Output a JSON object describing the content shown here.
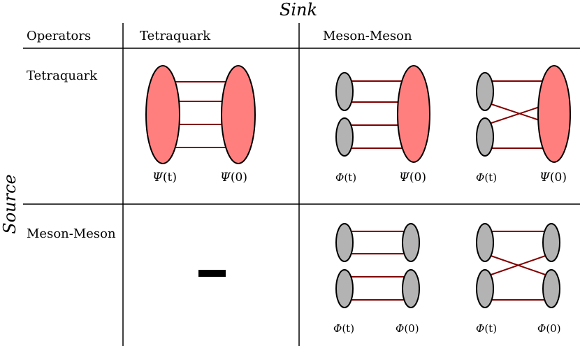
{
  "axes": {
    "sink": "Sink",
    "source": "Source"
  },
  "header": {
    "operators": "Operators",
    "col_tetraquark": "Tetraquark",
    "col_meson_meson": "Meson-Meson"
  },
  "rows": {
    "tetraquark": "Tetraquark",
    "meson_meson": "Meson-Meson"
  },
  "labels": {
    "psi_sym": "Ψ",
    "phi_sym": "Φ",
    "t": "(t)",
    "zero": "(0)"
  },
  "empty_cell": "—",
  "colors": {
    "tetraquark_fill": "#ff7f7f",
    "meson_fill": "#b3b3b3",
    "quark_line": "#800000",
    "outline": "#000000"
  }
}
